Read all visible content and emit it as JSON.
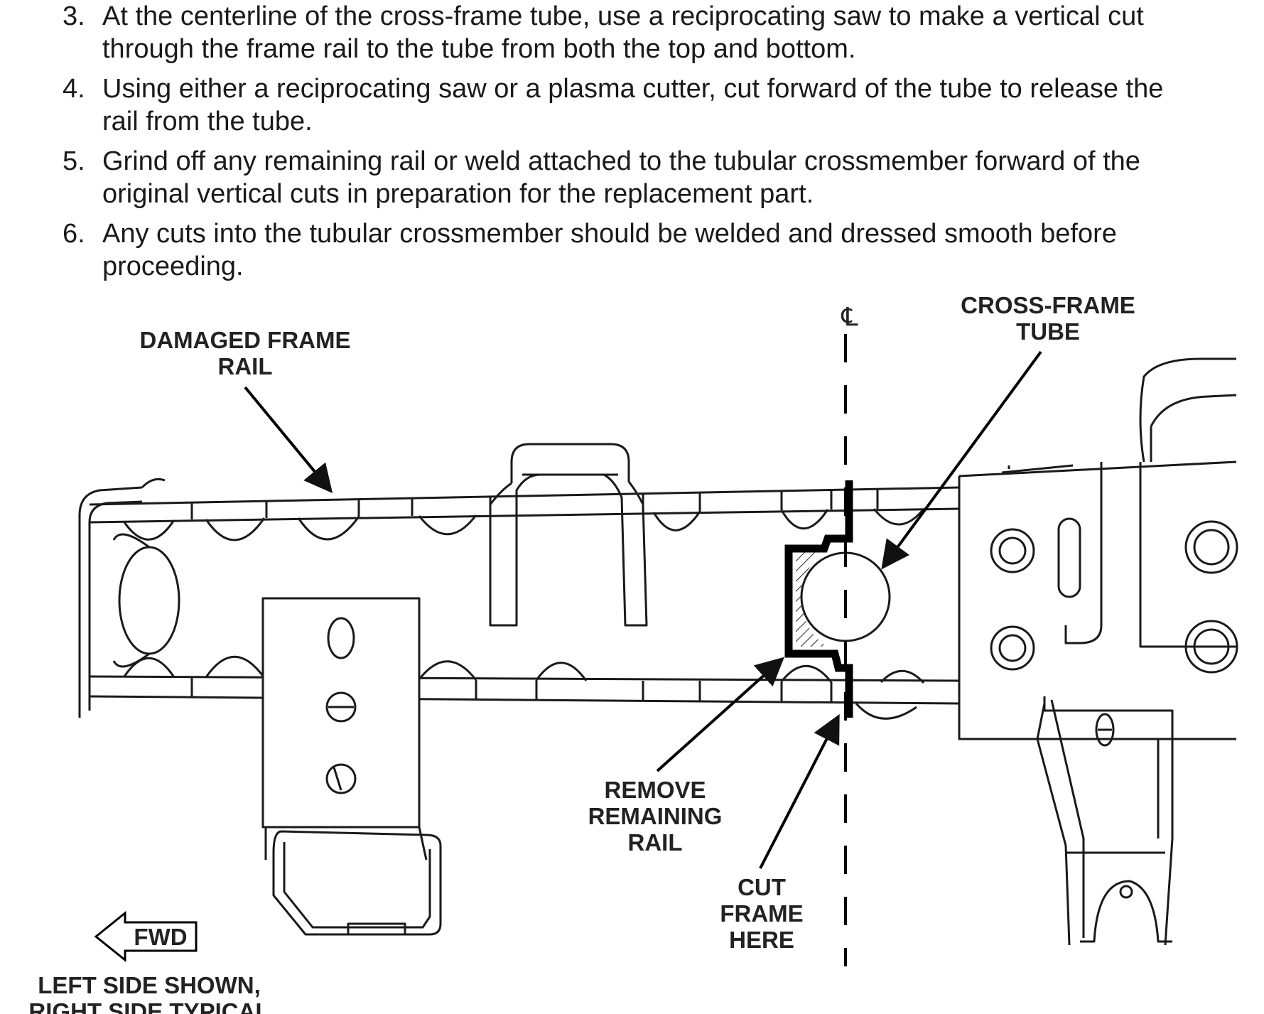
{
  "steps": [
    {
      "num": "3.",
      "line1": "At the centerline of the cross-frame tube, use a reciprocating saw to make a vertical cut",
      "line2": "through the frame rail to the tube from both the top and bottom."
    },
    {
      "num": "4.",
      "line1": "Using either a reciprocating saw or a plasma cutter, cut forward of the tube to release the",
      "line2": "rail from the tube."
    },
    {
      "num": "5.",
      "line1": "Grind off any remaining rail or weld attached to the tubular crossmember forward of the",
      "line2": "original vertical cuts in preparation for the replacement part."
    },
    {
      "num": "6.",
      "line1": "Any cuts into the tubular crossmember should be welded and dressed smooth before",
      "line2": "proceeding."
    }
  ],
  "figure": {
    "damaged_frame_rail": [
      "DAMAGED FRAME",
      "RAIL"
    ],
    "cross_frame_tube": [
      "CROSS-FRAME",
      "TUBE"
    ],
    "centerline_symbol": "℄",
    "remove_remaining_rail": [
      "REMOVE",
      "REMAINING",
      "RAIL"
    ],
    "cut_frame_here": [
      "CUT",
      "FRAME",
      "HERE"
    ],
    "fwd": "FWD",
    "side_note": [
      "LEFT SIDE SHOWN,",
      "RIGHT SIDE TYPICAL"
    ]
  }
}
